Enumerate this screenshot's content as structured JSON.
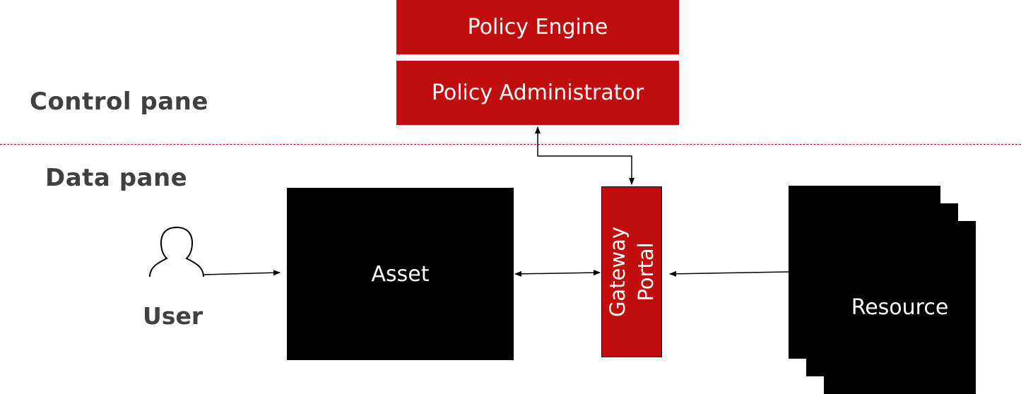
{
  "control_pane": {
    "label": "Control pane"
  },
  "data_pane": {
    "label": "Data pane"
  },
  "policy_engine": {
    "label": "Policy Engine"
  },
  "policy_administrator": {
    "label": "Policy Administrator"
  },
  "user": {
    "label": "User",
    "icon": "user-icon"
  },
  "asset": {
    "label": "Asset"
  },
  "gateway": {
    "line1": "Gateway",
    "line2": "Portal"
  },
  "resource": {
    "label": "Resource"
  },
  "colors": {
    "accent_red": "#c00d0d",
    "box_black": "#000000",
    "label_gray": "#404040"
  }
}
